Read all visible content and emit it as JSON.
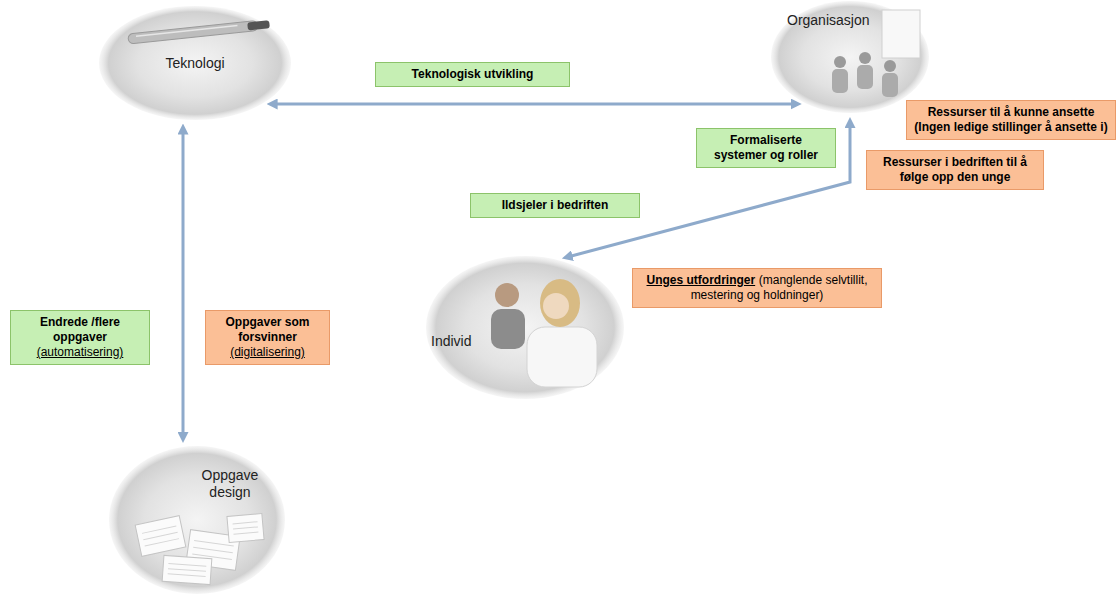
{
  "diagram": {
    "nodes": [
      {
        "text": [
          "Teknologi"
        ]
      },
      {
        "text": [
          "Teknologisk utvikling"
        ]
      },
      {
        "text": [
          "Organisasjon"
        ]
      },
      {
        "text": [
          "Ressurser til å kunne ansette",
          "(Ingen ledige stillinger å ansette i)"
        ]
      },
      {
        "text": [
          "Formaliserte systemer og roller"
        ]
      },
      {
        "text": [
          "Ressurser i bedriften til å følge opp den unge"
        ]
      },
      {
        "text": [
          "Ildsjeler i bedriften"
        ]
      },
      {
        "text": [
          "Individ"
        ]
      },
      {
        "text": [
          "Unges utfordringer",
          "(manglende selvtillit, mestering og holdninger)"
        ]
      },
      {
        "text": [
          "Endrede /flere oppgaver",
          "(automatisering)"
        ]
      },
      {
        "text": [
          "Oppgaver som forsvinner",
          "(digitalisering)"
        ]
      },
      {
        "text": [
          "Oppgave design"
        ]
      }
    ],
    "edges": [
      {
        "from": 0,
        "to": 2,
        "arrow": "both"
      },
      {
        "from": 2,
        "to": 7,
        "arrow": "both"
      },
      {
        "from": 0,
        "to": 11,
        "arrow": "both"
      }
    ]
  }
}
